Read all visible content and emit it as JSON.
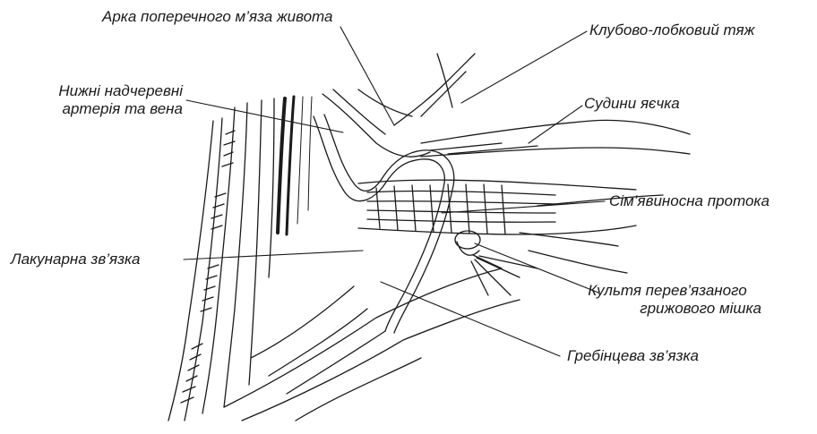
{
  "labels": {
    "arch": "Арка поперечного м’яза живота",
    "iliopubic": "Клубово-лобковий тяж",
    "epigastric_line1": "Нижні надчеревні",
    "epigastric_line2": "артерія та вена",
    "testicular": "Судини яєчка",
    "vas": "Сім’явиносна протока",
    "lacunar": "Лакунарна зв’язка",
    "stump_line1": "Культя перев’язаного",
    "stump_line2": "грижового мішка",
    "pectineal": "Гребінцева зв’язка"
  },
  "colors": {
    "ink": "#1a1a1a",
    "background": "#ffffff"
  }
}
